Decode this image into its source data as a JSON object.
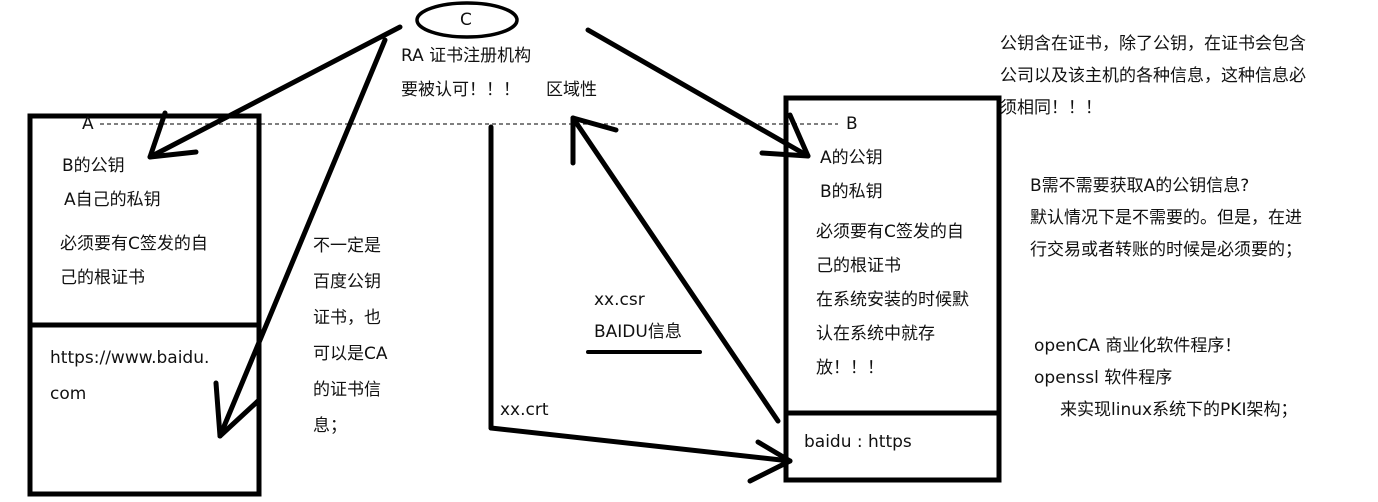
{
  "node_c": {
    "label": "C"
  },
  "ra": {
    "line1": "RA 证书注册机构",
    "line2": "要被认可！！！",
    "line3": "区域性"
  },
  "node_a": {
    "label": "A",
    "lines": [
      "B的公钥",
      "A自己的私钥",
      "必须要有C签发的自",
      "己的根证书"
    ],
    "url_lines": [
      "https://www.baidu.",
      "com"
    ]
  },
  "node_b": {
    "label": "B",
    "lines": [
      "A的公钥",
      "B的私钥",
      "必须要有C签发的自",
      "己的根证书",
      "在系统安装的时候默",
      "认在系统中就存",
      "放！！！"
    ],
    "bottom": "baidu : https"
  },
  "mid_note": {
    "lines": [
      "不一定是",
      "百度公钥",
      "证书，也",
      "可以是CA",
      "的证书信",
      "息；"
    ]
  },
  "csr": {
    "line1": "xx.csr",
    "line2": "BAIDU信息"
  },
  "crt": {
    "label": "xx.crt"
  },
  "right_notes": {
    "top": [
      "公钥含在证书，除了公钥，在证书会包含",
      "公司以及该主机的各种信息，这种信息必",
      "须相同！！！"
    ],
    "mid": [
      "B需不需要获取A的公钥信息?",
      "默认情况下是不需要的。但是，在进",
      "行交易或者转账的时候是必须要的；"
    ],
    "bottom": [
      "openCA 商业化软件程序！",
      "openssl 软件程序",
      "来实现linux系统下的PKI架构；"
    ]
  }
}
